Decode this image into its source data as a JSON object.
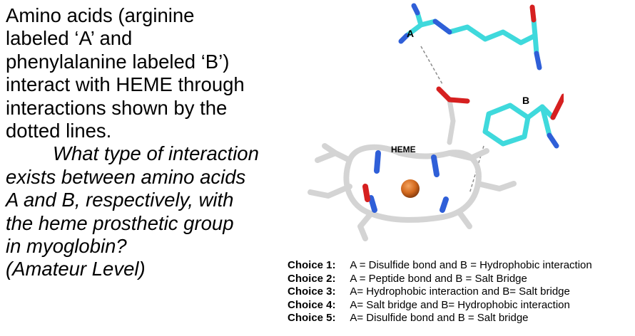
{
  "question": {
    "intro_lines": [
      "Amino acids  (arginine",
      "labeled ‘A’ and",
      "phenylalanine labeled ‘B’)",
      "interact with HEME through",
      "interactions shown by the",
      "dotted lines."
    ],
    "italic_lines": [
      "What type of interaction",
      "exists between amino acids",
      "A and B, respectively, with",
      "the heme prosthetic group",
      "in myoglobin?",
      "(Amateur Level)"
    ]
  },
  "figure": {
    "label_a": "A",
    "label_b": "B",
    "label_heme": "HEME",
    "colors": {
      "carbon_arg_phe": "#3fd9dc",
      "carbon_heme": "#d4d4d4",
      "nitrogen": "#2f5fd8",
      "oxygen": "#d62020",
      "iron": "#d2691e"
    }
  },
  "choices": [
    {
      "label": "Choice 1:",
      "text": "A =  Disulfide bond and B = Hydrophobic interaction"
    },
    {
      "label": "Choice 2:",
      "text": "A = Peptide bond  and B = Salt Bridge"
    },
    {
      "label": "Choice 3:",
      "text": "A= Hydrophobic interaction and B= Salt bridge"
    },
    {
      "label": "Choice 4:",
      "text": "A= Salt bridge and B= Hydrophobic interaction"
    },
    {
      "label": "Choice 5:",
      "text": "A= Disulfide bond and B = Salt bridge"
    }
  ]
}
